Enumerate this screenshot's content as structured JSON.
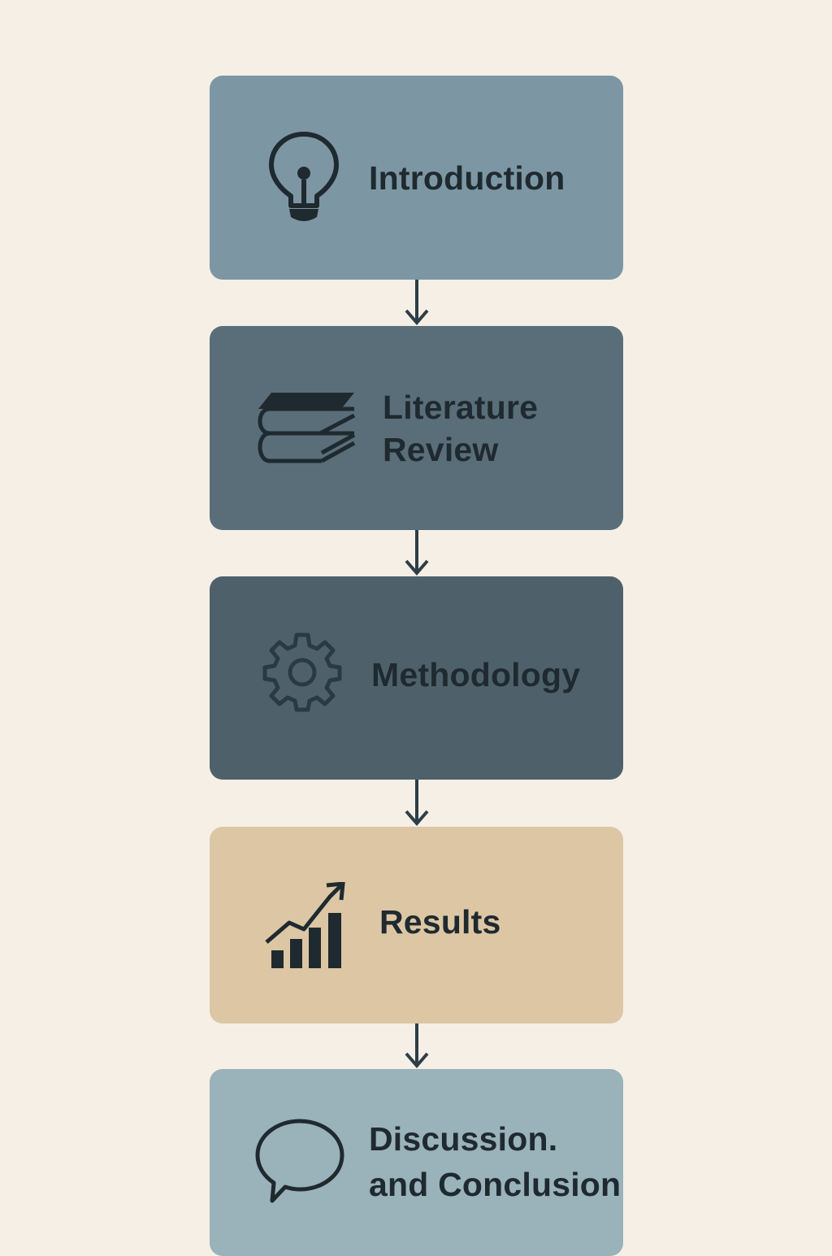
{
  "colors": {
    "background": "#f5efe6",
    "ink": "#1f2a30",
    "step_introduction": "#7c97a3",
    "step_literature": "#5a6e79",
    "step_methodology": "#4e616b",
    "step_results": "#dcc6a4",
    "step_discussion": "#9ab2b9"
  },
  "steps": [
    {
      "label_line1": "Introduction",
      "label_line2": "",
      "icon": "lightbulb-icon"
    },
    {
      "label_line1": "Literature",
      "label_line2": "Review",
      "icon": "books-icon"
    },
    {
      "label_line1": "Methodology",
      "label_line2": "",
      "icon": "gear-icon"
    },
    {
      "label_line1": "Results",
      "label_line2": "",
      "icon": "bar-chart-trend-icon"
    },
    {
      "label_line1": "Discussion.",
      "label_line2": "and Conclusion",
      "icon": "speech-bubble-icon"
    }
  ]
}
